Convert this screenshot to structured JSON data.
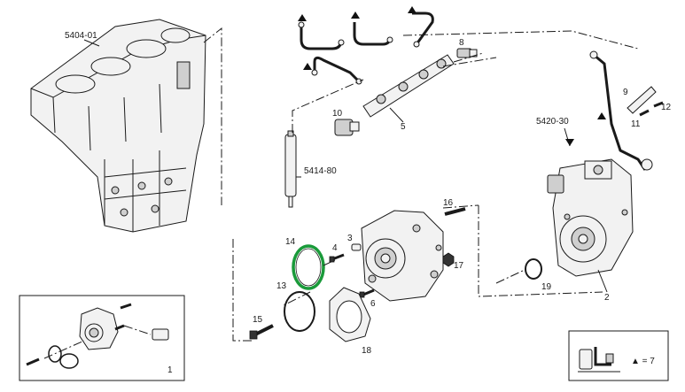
{
  "labels": {
    "engine_block": "5404-01",
    "injector": "5414-80",
    "pump_assembly": "5420-30",
    "l1": "1",
    "l2": "2",
    "l3": "3",
    "l4": "4",
    "l5": "5",
    "l6": "6",
    "l8": "8",
    "l9": "9",
    "l10": "10",
    "l11": "11",
    "l12": "12",
    "l13": "13",
    "l14": "14",
    "l15": "15",
    "l16": "16",
    "l17": "17",
    "l18": "18",
    "l19": "19"
  },
  "kit_legend": {
    "text": "▲ = 7"
  },
  "colors": {
    "highlight": "#1a9a3a",
    "line": "#1a1a1a",
    "part": "#f2f2f2"
  }
}
